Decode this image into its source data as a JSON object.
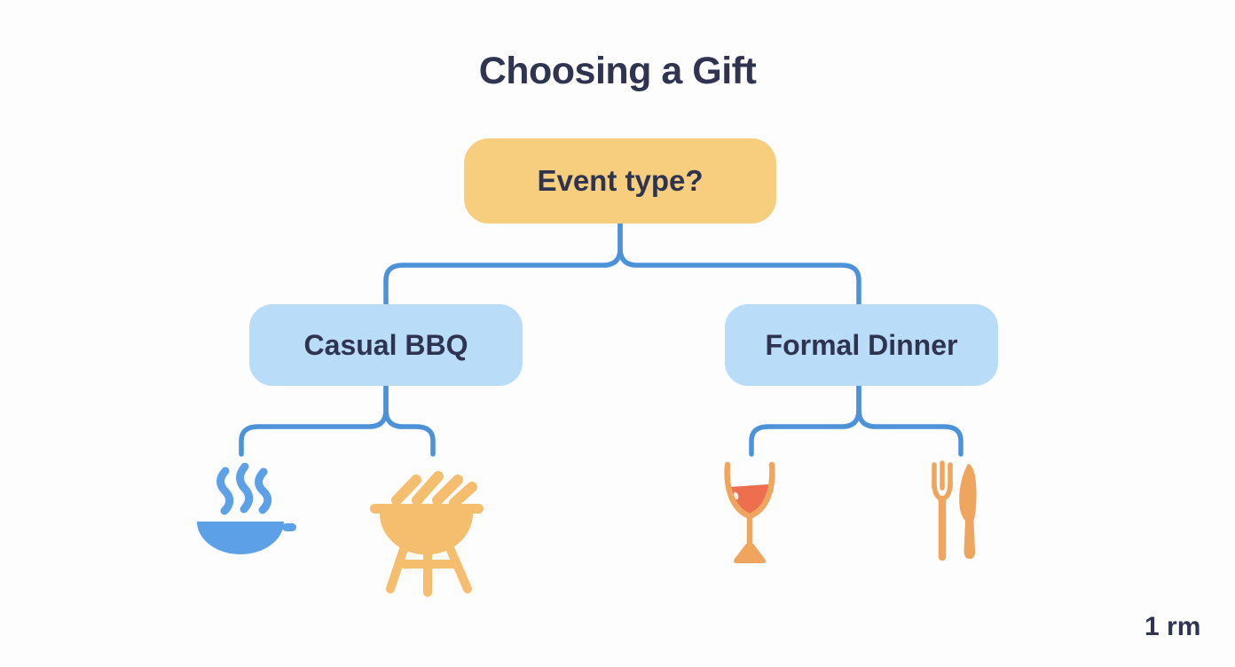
{
  "title": "Choosing a Gift",
  "watermark": "1 rm",
  "colors": {
    "background": "#fdfdfe",
    "title_text": "#2f3550",
    "node_text": "#2e3450",
    "root_fill": "#f7ce7e",
    "branch_fill": "#b9dcf8",
    "connector": "#4c92d9",
    "icon_blue": "#5ca0e8",
    "icon_orange_grill": "#f5bd6e",
    "icon_orange_cutlery": "#f0a55f",
    "wine_fill": "#ed6f4e"
  },
  "tree": {
    "root": {
      "label": "Event type?"
    },
    "branches": [
      {
        "label": "Casual BBQ",
        "icons": [
          {
            "name": "steaming-bowl"
          },
          {
            "name": "bbq-grill"
          }
        ]
      },
      {
        "label": "Formal Dinner",
        "icons": [
          {
            "name": "wine-glass"
          },
          {
            "name": "fork-and-knife"
          }
        ]
      }
    ]
  }
}
